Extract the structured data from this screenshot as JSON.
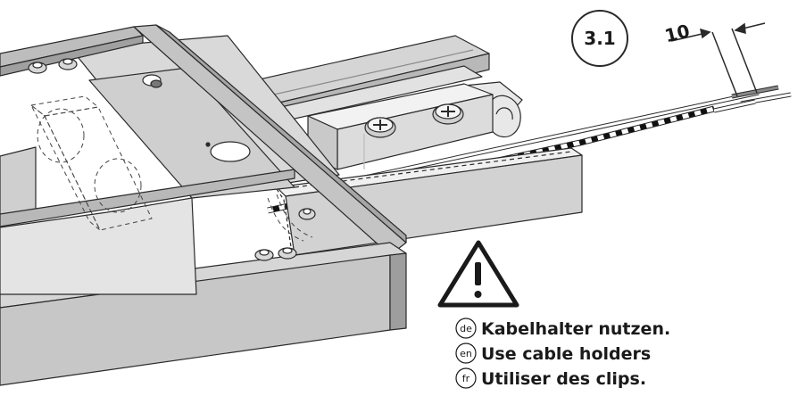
{
  "step": {
    "label": "3.1"
  },
  "dimension": {
    "value": "10"
  },
  "warning": {
    "icon": "warning-triangle-icon",
    "instructions": [
      {
        "lang": "de",
        "text": "Kabelhalter nutzen."
      },
      {
        "lang": "en",
        "text": "Use cable holders"
      },
      {
        "lang": "fr",
        "text": "Utiliser des clips."
      }
    ]
  },
  "colors": {
    "frame_light": "#d8d8d8",
    "frame_mid": "#bdbdbd",
    "frame_dark": "#9a9a9a",
    "outline": "#2a2a2a"
  }
}
